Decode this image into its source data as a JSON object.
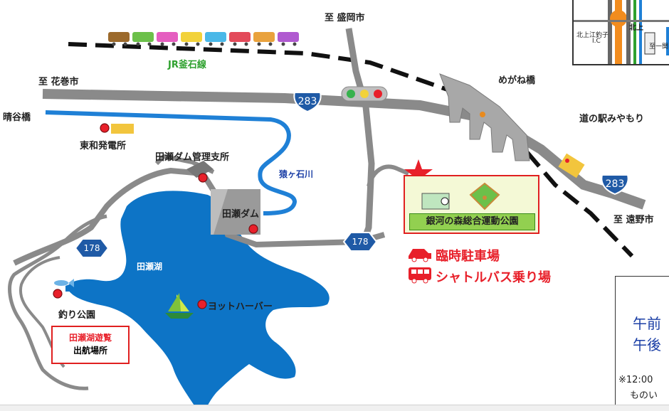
{
  "map": {
    "destinations": {
      "north": "至 盛岡市",
      "west": "至 花巻市",
      "east": "至 遠野市"
    },
    "railway_label": "JR釜石線",
    "route_numbers": {
      "main_top": "283",
      "main_right": "283",
      "lake_left": "178",
      "lake_center": "178"
    },
    "places": {
      "harayabashi": "晴谷橋",
      "towa_power": "東和発電所",
      "dam_office": "田瀬ダム管理支所",
      "river": "猿ヶ石川",
      "dam": "田瀬ダム",
      "lake": "田瀬湖",
      "megane_bridge": "めがね橋",
      "roadside_station": "道の駅みやもり",
      "park": "銀河の森総合運動公園",
      "yacht_harbor": "ヨットハーバー",
      "fishing_park": "釣り公園",
      "cruise_dock_line1": "田瀬湖遊覧",
      "cruise_dock_line2": "出航場所"
    },
    "legend": {
      "temporary_parking": "臨時駐車場",
      "shuttle_stop": "シャトルバス乗り場"
    },
    "info_box": {
      "line1": "午前",
      "line2": "午後",
      "note1": "※12:00",
      "note2": "ものい"
    },
    "inset": {
      "interchange_line1": "北上江釣子",
      "interchange_line2": "I.C",
      "sign": "北上",
      "destination": "至一関"
    },
    "colors": {
      "lake": "#0d74c6",
      "road": "#8a8a8a",
      "road_dark": "#777777",
      "river": "#1f80d6",
      "accent_red": "#e8202a",
      "route_shield": "#1f5aa6",
      "parking_yellow": "#f2c53d"
    }
  }
}
